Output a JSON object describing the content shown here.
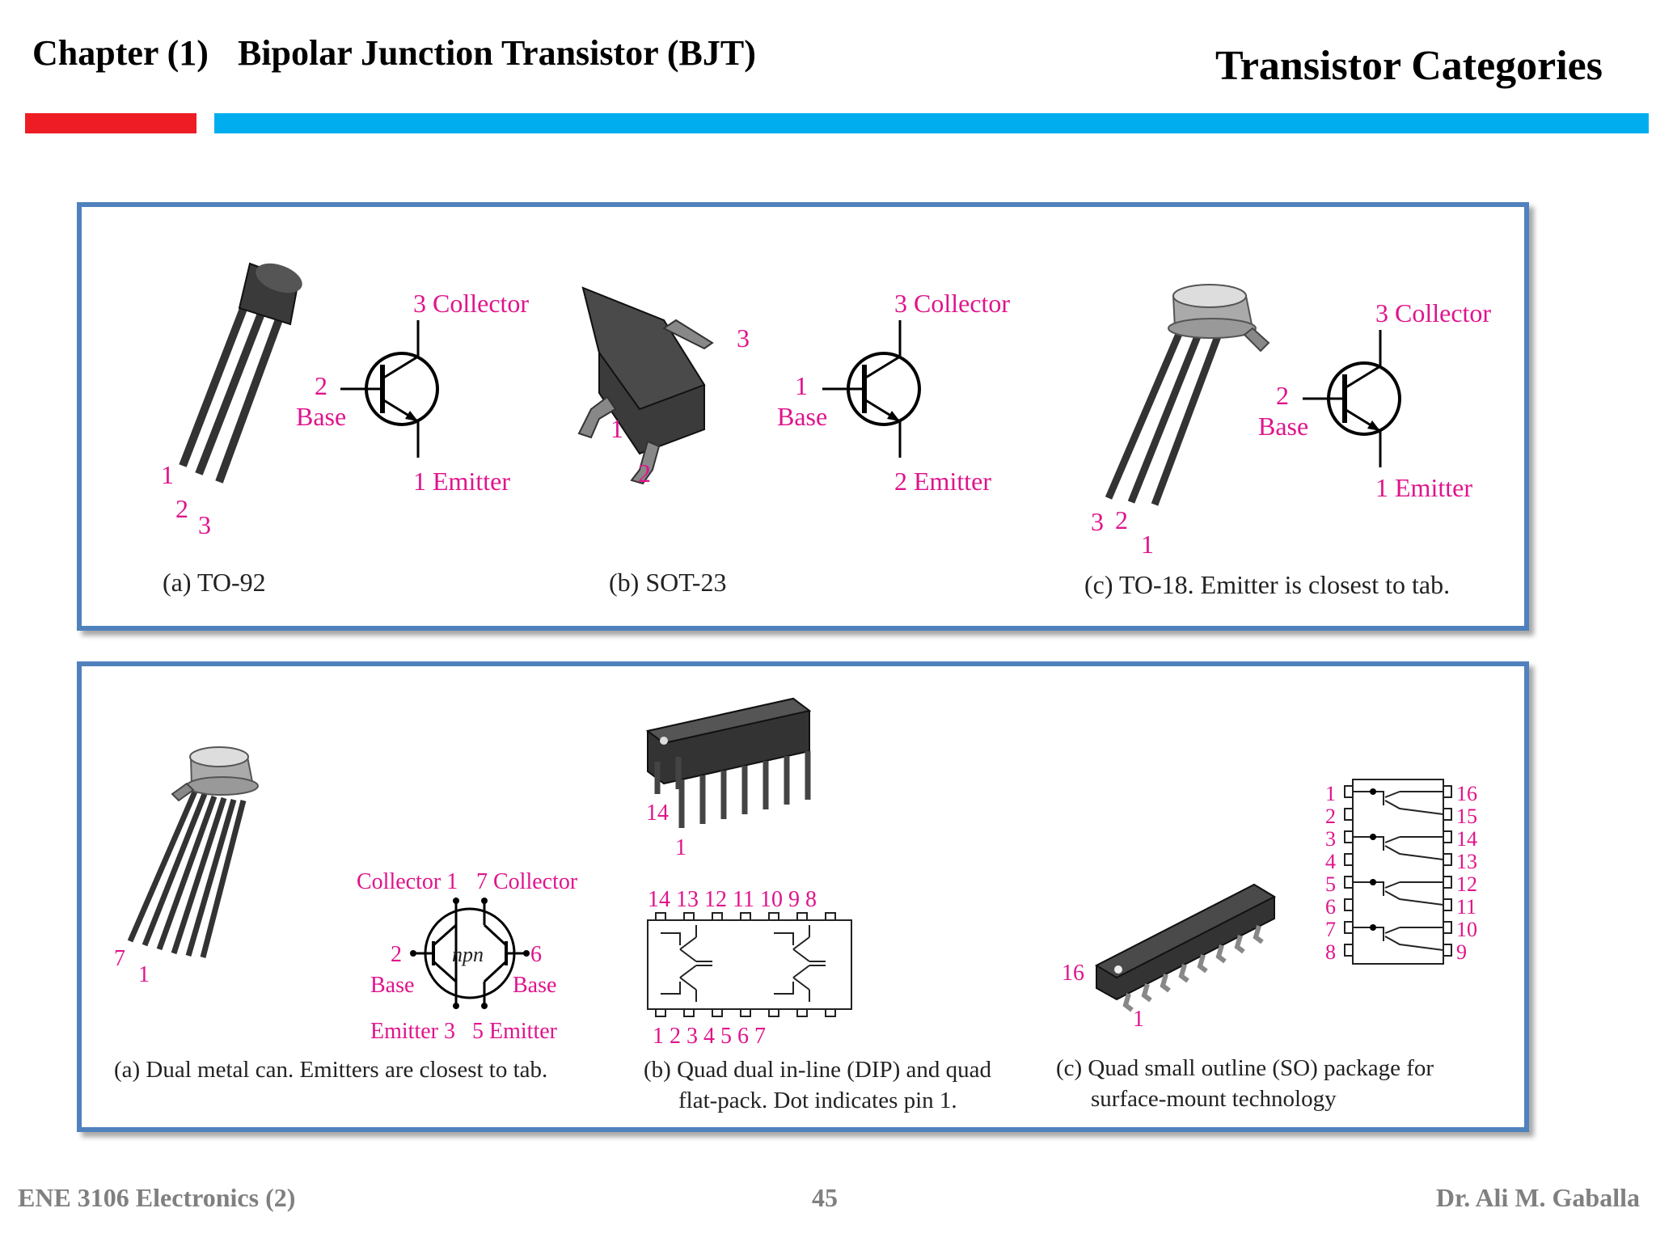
{
  "header": {
    "chapter_number": "Chapter (1)",
    "chapter_title": "Bipolar Junction Transistor (BJT)",
    "topic": "Transistor Categories"
  },
  "colors": {
    "red_bar": "#ee1c25",
    "blue_bar": "#00aeef",
    "panel_border": "#4f81bd",
    "pin_label": "#e0148c"
  },
  "panel1": {
    "to92": {
      "collector": "3 Collector",
      "base_num": "2",
      "base": "Base",
      "emitter": "1 Emitter",
      "pin1": "1",
      "pin2": "2",
      "pin3": "3",
      "caption": "(a) TO-92"
    },
    "sot23": {
      "collector": "3 Collector",
      "base_num": "1",
      "base": "Base",
      "emitter": "2 Emitter",
      "pin1": "1",
      "pin2": "2",
      "pin3": "3",
      "caption": "(b) SOT-23"
    },
    "to18": {
      "collector": "3 Collector",
      "base_num": "2",
      "base": "Base",
      "emitter": "1 Emitter",
      "pin3": "3",
      "pin2": "2",
      "pin1": "1",
      "caption": "(c) TO-18. Emitter is closest to tab."
    }
  },
  "panel2": {
    "dual": {
      "pin7": "7",
      "pin1": "1",
      "collector_left": "Collector 1",
      "collector_right": "7 Collector",
      "base_left_num": "2",
      "base_left": "Base",
      "base_right_num": "6",
      "base_right": "Base",
      "npn": "npn",
      "emitter_left": "Emitter 3",
      "emitter_right": "5 Emitter",
      "caption": "(a) Dual metal can. Emitters are closest to tab."
    },
    "dip": {
      "pin14": "14",
      "pin1": "1",
      "top_pins": "14 13 12 11 10  9   8",
      "bottom_pins": "1   2   3   4   5   6   7",
      "caption_line1": "(b) Quad dual in-line (DIP) and quad",
      "caption_line2": "flat-pack. Dot indicates  pin 1."
    },
    "so": {
      "pin16": "16",
      "pin1": "1",
      "left_pins": [
        "1",
        "2",
        "3",
        "4",
        "5",
        "6",
        "7",
        "8"
      ],
      "right_pins": [
        "16",
        "15",
        "14",
        "13",
        "12",
        "11",
        "10",
        "9"
      ],
      "caption_line1": "(c) Quad small outline (SO) package for",
      "caption_line2": "surface-mount technology"
    }
  },
  "footer": {
    "course": "ENE 3106 Electronics  (2)",
    "page": "45",
    "author": "Dr. Ali M. Gaballa"
  }
}
